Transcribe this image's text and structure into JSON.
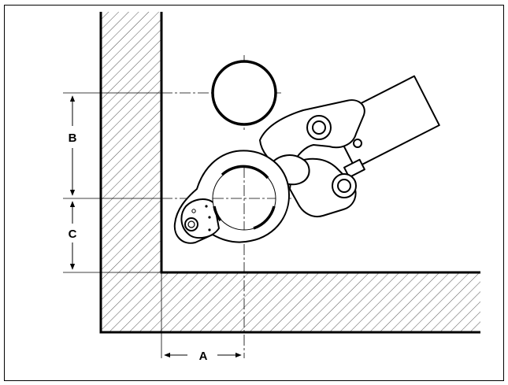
{
  "diagram": {
    "labels": {
      "a": "A",
      "b": "B",
      "c": "C"
    },
    "colors": {
      "line": "#000000",
      "hatch": "#555555",
      "background": "#ffffff"
    }
  }
}
